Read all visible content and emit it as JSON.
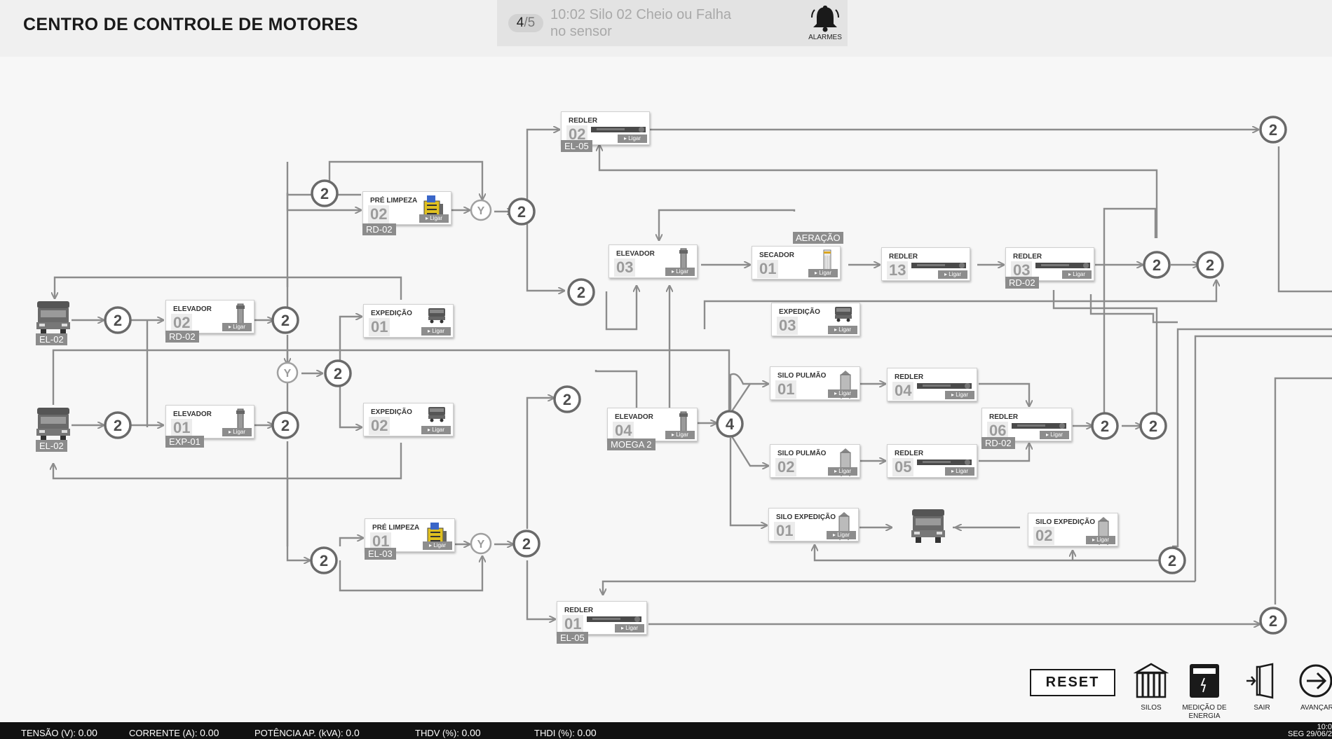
{
  "header": {
    "title": "CENTRO DE CONTROLE DE MOTORES"
  },
  "alarm": {
    "current": "4",
    "total": "5",
    "message": "10:02 Silo 02 Cheio ou Falha no sensor",
    "label": "ALARMES"
  },
  "colors": {
    "line": "#8c8c8c",
    "text_dark": "#1a1a1a",
    "status_bg": "#111111"
  },
  "equipment": [
    {
      "id": "redler-02-top",
      "label": "REDLER",
      "number": "02",
      "tag": "EL-05",
      "button": "Ligar",
      "icon": "conveyor-icon"
    },
    {
      "id": "pre-limpeza-02",
      "label": "PRÉ LIMPEZA",
      "number": "02",
      "tag": "RD-02",
      "button": "Ligar",
      "icon": "cleaner-icon"
    },
    {
      "id": "elevador-03",
      "label": "ELEVADOR",
      "number": "03",
      "tag": "",
      "button": "Ligar",
      "icon": "elevator-icon"
    },
    {
      "id": "secador-01",
      "label": "SECADOR",
      "number": "01",
      "tag": "",
      "button": "Ligar",
      "icon": "dryer-icon"
    },
    {
      "id": "redler-13",
      "label": "REDLER",
      "number": "13",
      "tag": "",
      "button": "Ligar",
      "icon": "conveyor-icon"
    },
    {
      "id": "redler-03",
      "label": "REDLER",
      "number": "03",
      "tag": "RD-02",
      "button": "Ligar",
      "icon": "conveyor-icon"
    },
    {
      "id": "elevador-02",
      "label": "ELEVADOR",
      "number": "02",
      "tag": "RD-02",
      "button": "Ligar",
      "icon": "elevator-icon"
    },
    {
      "id": "expedicao-01",
      "label": "EXPEDIÇÃO",
      "number": "01",
      "tag": "",
      "button": "Ligar",
      "icon": "truck-icon"
    },
    {
      "id": "expedicao-03",
      "label": "EXPEDIÇÃO",
      "number": "03",
      "tag": "",
      "button": "Ligar",
      "icon": "truck-icon"
    },
    {
      "id": "silo-pulmao-01",
      "label": "SILO PULMÃO",
      "number": "01",
      "tag": "",
      "button": "Ligar",
      "icon": "silo-icon"
    },
    {
      "id": "redler-04",
      "label": "REDLER",
      "number": "04",
      "tag": "",
      "button": "Ligar",
      "icon": "conveyor-icon"
    },
    {
      "id": "redler-06",
      "label": "REDLER",
      "number": "06",
      "tag": "RD-02",
      "button": "Ligar",
      "icon": "conveyor-icon"
    },
    {
      "id": "elevador-01",
      "label": "ELEVADOR",
      "number": "01",
      "tag": "EXP-01",
      "button": "Ligar",
      "icon": "elevator-icon"
    },
    {
      "id": "expedicao-02",
      "label": "EXPEDIÇÃO",
      "number": "02",
      "tag": "",
      "button": "Ligar",
      "icon": "truck-icon"
    },
    {
      "id": "elevador-04",
      "label": "ELEVADOR",
      "number": "04",
      "tag": "MOEGA 2",
      "button": "Ligar",
      "icon": "elevator-icon"
    },
    {
      "id": "silo-pulmao-02",
      "label": "SILO PULMÃO",
      "number": "02",
      "tag": "",
      "button": "Ligar",
      "icon": "silo-icon"
    },
    {
      "id": "redler-05",
      "label": "REDLER",
      "number": "05",
      "tag": "",
      "button": "Ligar",
      "icon": "conveyor-icon"
    },
    {
      "id": "silo-expedicao-01",
      "label": "SILO EXPEDIÇÃO",
      "number": "01",
      "tag": "",
      "button": "Ligar",
      "icon": "silo-icon"
    },
    {
      "id": "silo-expedicao-02",
      "label": "SILO EXPEDIÇÃO",
      "number": "02",
      "tag": "",
      "button": "Ligar",
      "icon": "silo-icon"
    },
    {
      "id": "pre-limpeza-01",
      "label": "PRÉ LIMPEZA",
      "number": "01",
      "tag": "EL-03",
      "button": "Ligar",
      "icon": "cleaner-icon"
    },
    {
      "id": "redler-01",
      "label": "REDLER",
      "number": "01",
      "tag": "EL-05",
      "button": "Ligar",
      "icon": "conveyor-icon"
    }
  ],
  "trucks": [
    {
      "id": "truck-top",
      "tag": "EL-02"
    },
    {
      "id": "truck-bottom",
      "tag": "EL-02"
    },
    {
      "id": "truck-silo",
      "tag": ""
    }
  ],
  "aeracao": "AERAÇÃO",
  "valves": [
    {
      "kind": "valve",
      "symbol": "2"
    },
    {
      "kind": "junction",
      "symbol": "Y"
    },
    {
      "kind": "valve",
      "symbol": "4"
    }
  ],
  "buttons": {
    "reset": "RESET"
  },
  "nav": [
    {
      "id": "silos",
      "label": "SILOS",
      "icon": "silo-icon"
    },
    {
      "id": "medicao",
      "label": "MEDIÇÃO DE ENERGIA",
      "icon": "energy-meter-icon"
    },
    {
      "id": "sair",
      "label": "SAIR",
      "icon": "exit-door-icon"
    },
    {
      "id": "avancar",
      "label": "AVANÇAR",
      "icon": "arrow-right-icon"
    }
  ],
  "status": {
    "tensao_label": "TENSÃO (V):",
    "tensao": "0.00",
    "corrente_label": "CORRENTE (A):",
    "corrente": "0.00",
    "potencia_label": "POTÊNCIA AP. (kVA):",
    "potencia": "0.0",
    "thdv_label": "THDV (%):",
    "thdv": "0.00",
    "thdi_label": "THDI (%):",
    "thdi": "0.00",
    "time": "10:0",
    "date": "SEG 29/06/2"
  }
}
